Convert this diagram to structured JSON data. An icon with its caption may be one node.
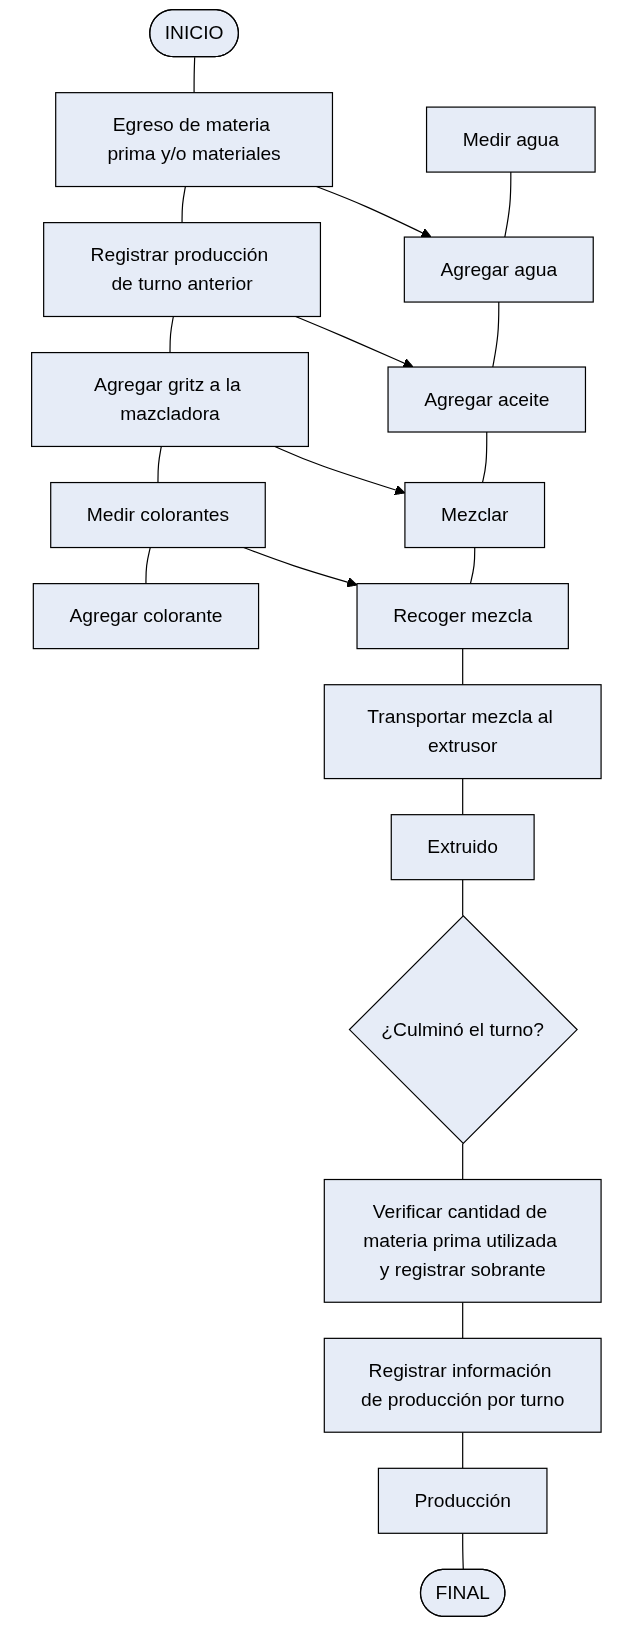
{
  "diagram": {
    "nodes": [
      {
        "text": [
          "INICIO"
        ]
      },
      {
        "text": [
          "Egreso de materia prima y/o materiales"
        ]
      },
      {
        "text": [
          "Registrar producción de turno anterior"
        ]
      },
      {
        "text": [
          "Agregar gritz a la mazcladora"
        ]
      },
      {
        "text": [
          "Medir colorantes"
        ]
      },
      {
        "text": [
          "Agregar colorante"
        ]
      },
      {
        "text": [
          "Medir agua"
        ]
      },
      {
        "text": [
          "Agregar agua"
        ]
      },
      {
        "text": [
          "Agregar aceite"
        ]
      },
      {
        "text": [
          "Mezclar"
        ]
      },
      {
        "text": [
          "Recoger mezcla"
        ]
      },
      {
        "text": [
          "Transportar mezcla al extrusor"
        ]
      },
      {
        "text": [
          "Extruido"
        ]
      },
      {
        "text": [
          "¿Culminó el turno?"
        ]
      },
      {
        "text": [
          "Verificar cantidad de materia prima utilizada y registrar sobrante"
        ]
      },
      {
        "text": [
          "Registrar información de producción por turno"
        ]
      },
      {
        "text": [
          "Producción"
        ]
      },
      {
        "text": [
          "FINAL"
        ]
      }
    ],
    "edges": [
      {
        "from": 0,
        "to": 1,
        "arrow": "none"
      },
      {
        "from": 1,
        "to": 2,
        "arrow": "none"
      },
      {
        "from": 2,
        "to": 3,
        "arrow": "none"
      },
      {
        "from": 3,
        "to": 4,
        "arrow": "none"
      },
      {
        "from": 4,
        "to": 5,
        "arrow": "none"
      },
      {
        "from": 1,
        "to": 7,
        "arrow": "to"
      },
      {
        "from": 2,
        "to": 8,
        "arrow": "to"
      },
      {
        "from": 3,
        "to": 9,
        "arrow": "to"
      },
      {
        "from": 4,
        "to": 10,
        "arrow": "to"
      },
      {
        "from": 6,
        "to": 7,
        "arrow": "none"
      },
      {
        "from": 7,
        "to": 8,
        "arrow": "none"
      },
      {
        "from": 8,
        "to": 9,
        "arrow": "none"
      },
      {
        "from": 9,
        "to": 10,
        "arrow": "none"
      },
      {
        "from": 10,
        "to": 11,
        "arrow": "none"
      },
      {
        "from": 11,
        "to": 12,
        "arrow": "none"
      },
      {
        "from": 12,
        "to": 13,
        "arrow": "none"
      },
      {
        "from": 13,
        "to": 14,
        "arrow": "none"
      },
      {
        "from": 14,
        "to": 15,
        "arrow": "none"
      },
      {
        "from": 15,
        "to": 16,
        "arrow": "none"
      },
      {
        "from": 16,
        "to": 17,
        "arrow": "none"
      }
    ]
  }
}
